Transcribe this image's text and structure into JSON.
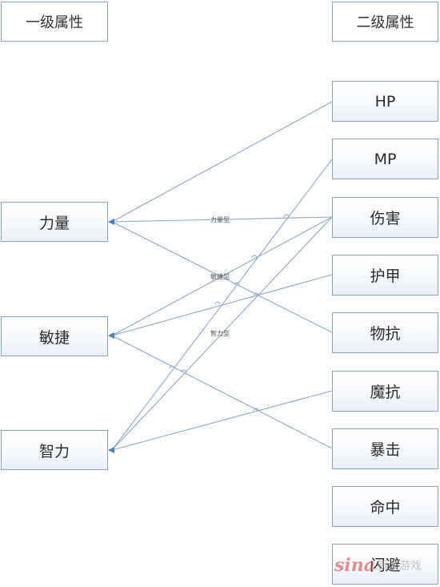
{
  "headers": {
    "left": "一级属性",
    "right": "二级属性"
  },
  "primary": [
    "力量",
    "敏捷",
    "智力"
  ],
  "secondary": [
    "HP",
    "MP",
    "伤害",
    "护甲",
    "物抗",
    "魔抗",
    "暴击",
    "命中",
    "闪避"
  ],
  "edge_labels": [
    "力量型",
    "敏捷型",
    "智力型"
  ],
  "connections": [
    {
      "from": "力量",
      "to": "HP"
    },
    {
      "from": "力量",
      "to": "伤害"
    },
    {
      "from": "力量",
      "to": "物抗"
    },
    {
      "from": "敏捷",
      "to": "伤害"
    },
    {
      "from": "敏捷",
      "to": "护甲"
    },
    {
      "from": "敏捷",
      "to": "暴击"
    },
    {
      "from": "智力",
      "to": "MP"
    },
    {
      "from": "智力",
      "to": "伤害"
    },
    {
      "from": "智力",
      "to": "魔抗"
    }
  ],
  "watermark": {
    "logo": "sina",
    "text": "新浪游戏"
  },
  "colors": {
    "line": "#8ea8c8",
    "border": "#8aa4c6",
    "arrow": "#4f7db5"
  }
}
